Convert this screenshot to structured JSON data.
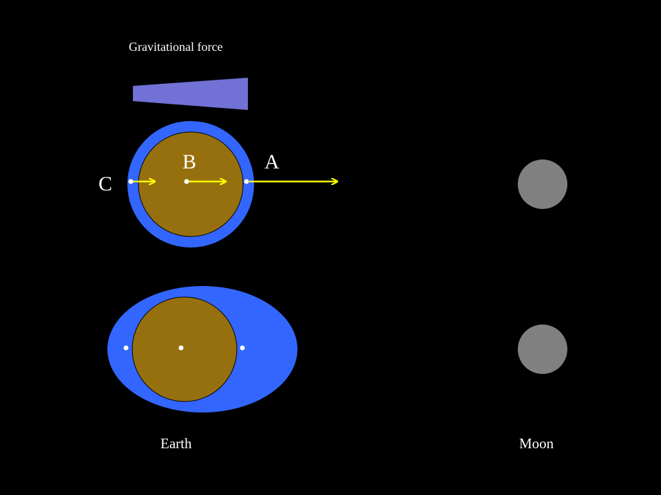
{
  "labels": {
    "force_title": "Gravitational force",
    "point_a": "A",
    "point_b": "B",
    "point_c": "C",
    "earth": "Earth",
    "moon": "Moon"
  },
  "colors": {
    "background": "#000000",
    "ocean": "#3366ff",
    "earth_core": "#96700e",
    "moon": "#808080",
    "arrow": "#ffff00",
    "force_wedge": "#7171d6",
    "dot": "#ffffff"
  }
}
